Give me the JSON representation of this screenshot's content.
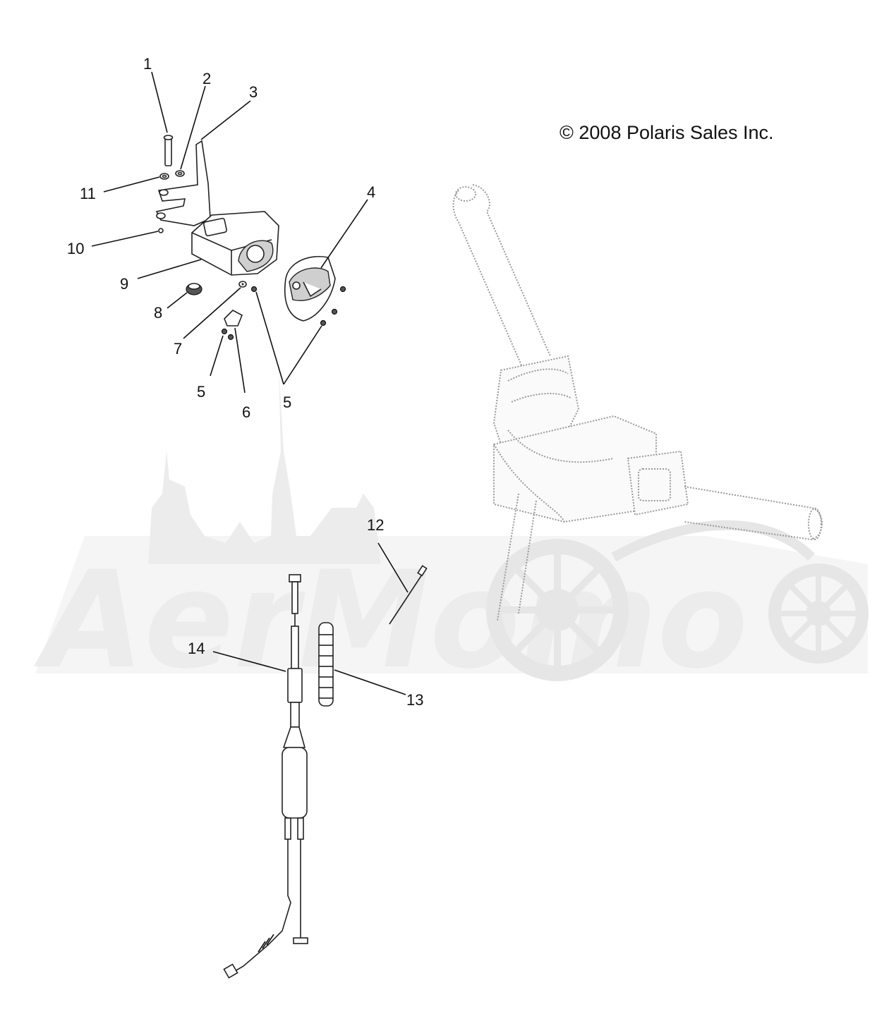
{
  "copyright": "© 2008 Polaris Sales Inc.",
  "watermark": {
    "text": "AerMomo",
    "color": "#ececec"
  },
  "callouts": [
    {
      "id": "c1",
      "label": "1"
    },
    {
      "id": "c2",
      "label": "2"
    },
    {
      "id": "c3",
      "label": "3"
    },
    {
      "id": "c4",
      "label": "4"
    },
    {
      "id": "c5a",
      "label": "5"
    },
    {
      "id": "c5b",
      "label": "5"
    },
    {
      "id": "c6",
      "label": "6"
    },
    {
      "id": "c7",
      "label": "7"
    },
    {
      "id": "c8",
      "label": "8"
    },
    {
      "id": "c9",
      "label": "9"
    },
    {
      "id": "c10",
      "label": "10"
    },
    {
      "id": "c11",
      "label": "11"
    },
    {
      "id": "c12",
      "label": "12"
    },
    {
      "id": "c13",
      "label": "13"
    },
    {
      "id": "c14",
      "label": "14"
    }
  ],
  "colors": {
    "line": "#111111",
    "ghost": "#9a9a9a",
    "background": "#ffffff"
  }
}
